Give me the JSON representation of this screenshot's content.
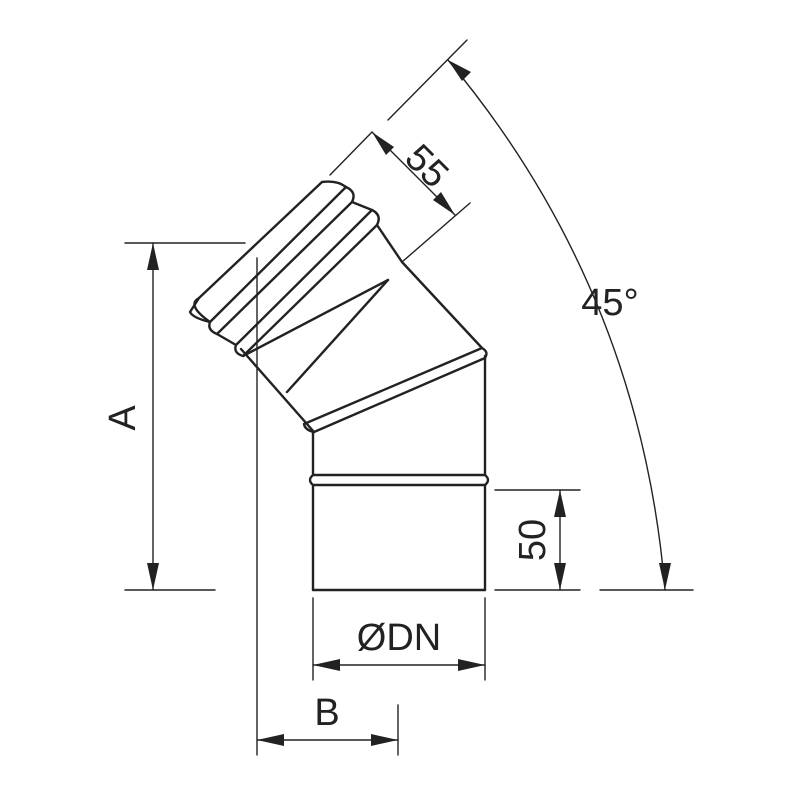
{
  "diagram": {
    "labels": {
      "height": "A",
      "offset": "B",
      "diameter": "ØDN",
      "angle": "45°",
      "socket_length": "55",
      "spigot_length": "50"
    },
    "colors": {
      "line": "#222222",
      "background": "#ffffff"
    }
  }
}
